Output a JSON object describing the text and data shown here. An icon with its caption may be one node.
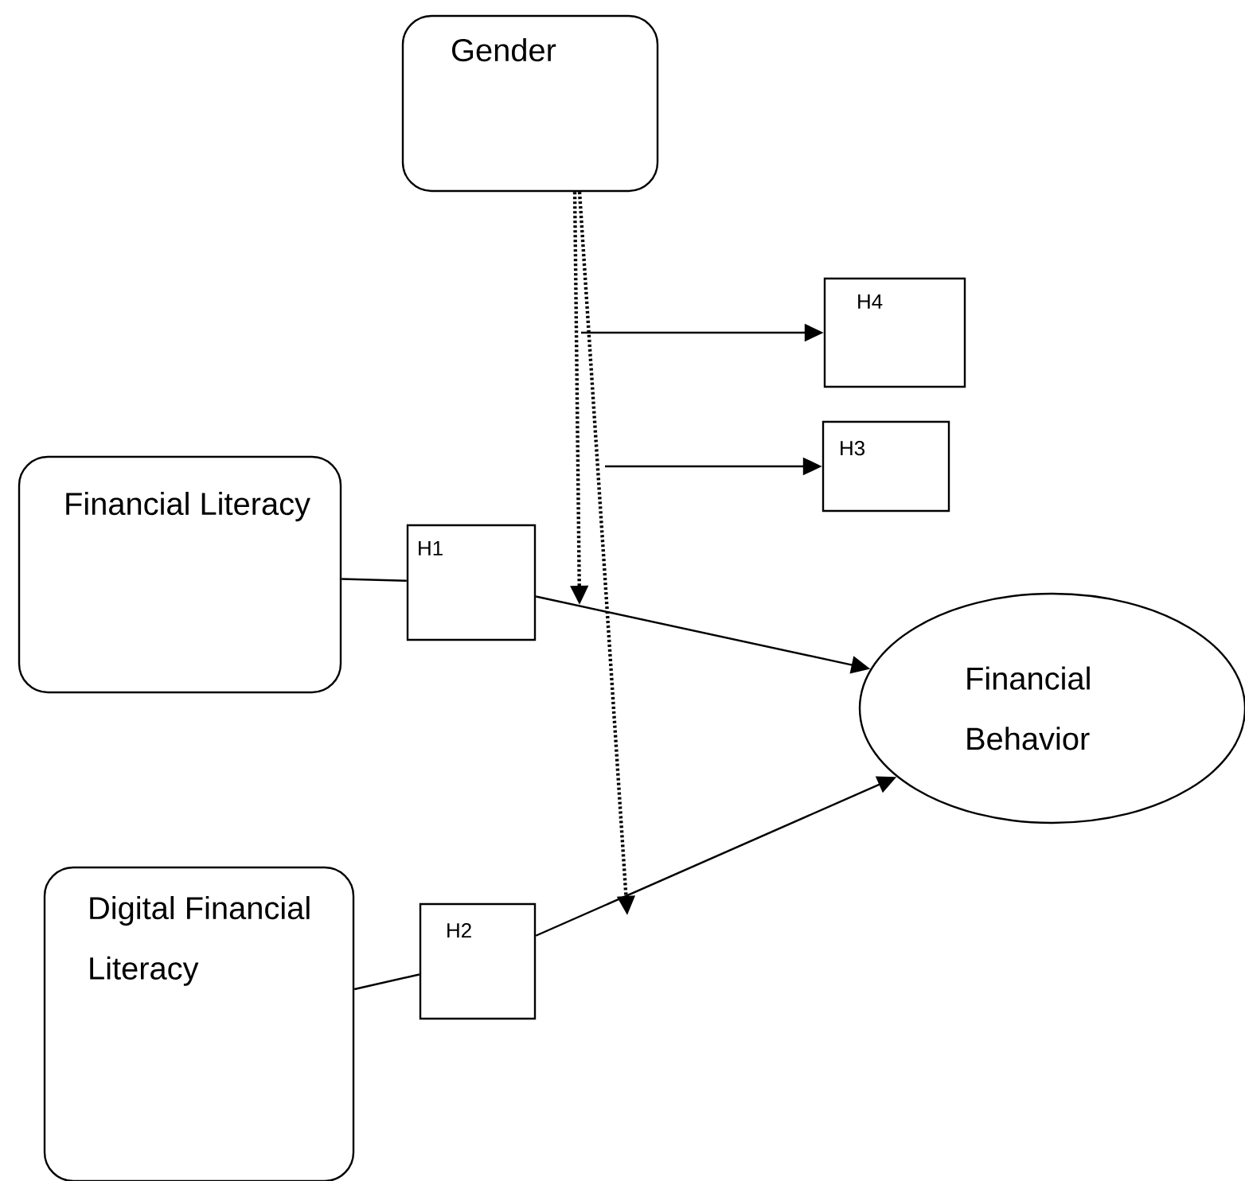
{
  "diagram": {
    "nodes": [
      {
        "text": [
          "Gender"
        ]
      },
      {
        "text": [
          "H4"
        ]
      },
      {
        "text": [
          "H3"
        ]
      },
      {
        "text": [
          "Financial Literacy"
        ]
      },
      {
        "text": [
          "H1"
        ]
      },
      {
        "text": [
          "Financial Behavior"
        ]
      },
      {
        "text": [
          "Digital Financial Literacy"
        ]
      },
      {
        "text": [
          "H2"
        ]
      }
    ],
    "edges": [
      {
        "from": 3,
        "to": 4,
        "arrow": "none"
      },
      {
        "from": 4,
        "to": 5,
        "arrow": "to"
      },
      {
        "from": 6,
        "to": 7,
        "arrow": "none"
      },
      {
        "from": 7,
        "to": 5,
        "arrow": "to"
      },
      {
        "from": 0,
        "to": null,
        "arrow": "to",
        "style": "dashed"
      },
      {
        "from": 0,
        "to": null,
        "arrow": "to",
        "style": "dashed"
      },
      {
        "from": null,
        "to": 1,
        "arrow": "to"
      },
      {
        "from": null,
        "to": 2,
        "arrow": "to"
      }
    ]
  }
}
